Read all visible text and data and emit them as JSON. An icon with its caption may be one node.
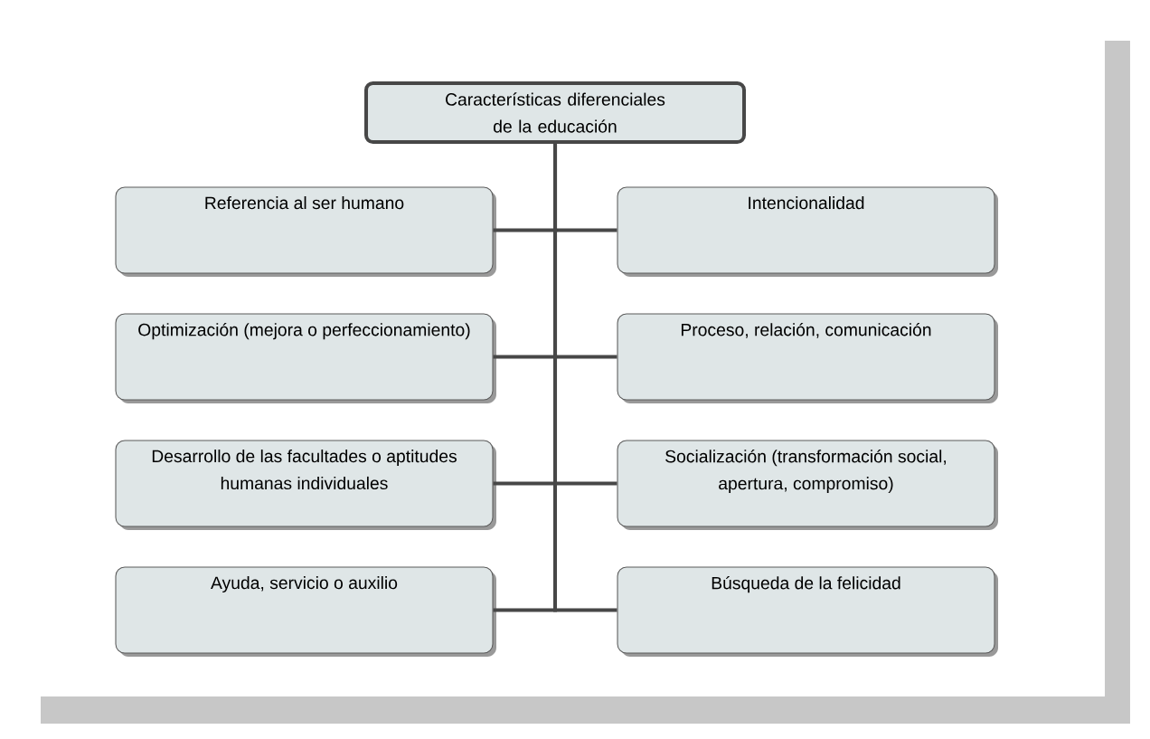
{
  "diagram": {
    "nodes": [
      {
        "text": [
          "Características diferenciales de la educación"
        ]
      },
      {
        "text": [
          "Referencia al ser humano"
        ]
      },
      {
        "text": [
          "Intencionalidad"
        ]
      },
      {
        "text": [
          "Optimización (mejora o perfeccionamiento)"
        ]
      },
      {
        "text": [
          "Proceso, relación, comunicación"
        ]
      },
      {
        "text": [
          "Desarrollo de las facultades o aptitudes humanas individuales"
        ]
      },
      {
        "text": [
          "Socialización (transformación social, apertura, compromiso)"
        ]
      },
      {
        "text": [
          "Ayuda, servicio o auxilio"
        ]
      },
      {
        "text": [
          "Búsqueda de la felicidad"
        ]
      }
    ],
    "edges": [
      {
        "from": 0,
        "to": 1,
        "arrow": "none"
      },
      {
        "from": 0,
        "to": 2,
        "arrow": "none"
      },
      {
        "from": 0,
        "to": 3,
        "arrow": "none"
      },
      {
        "from": 0,
        "to": 4,
        "arrow": "none"
      },
      {
        "from": 0,
        "to": 5,
        "arrow": "none"
      },
      {
        "from": 0,
        "to": 6,
        "arrow": "none"
      },
      {
        "from": 0,
        "to": 7,
        "arrow": "none"
      },
      {
        "from": 0,
        "to": 8,
        "arrow": "none"
      }
    ]
  }
}
